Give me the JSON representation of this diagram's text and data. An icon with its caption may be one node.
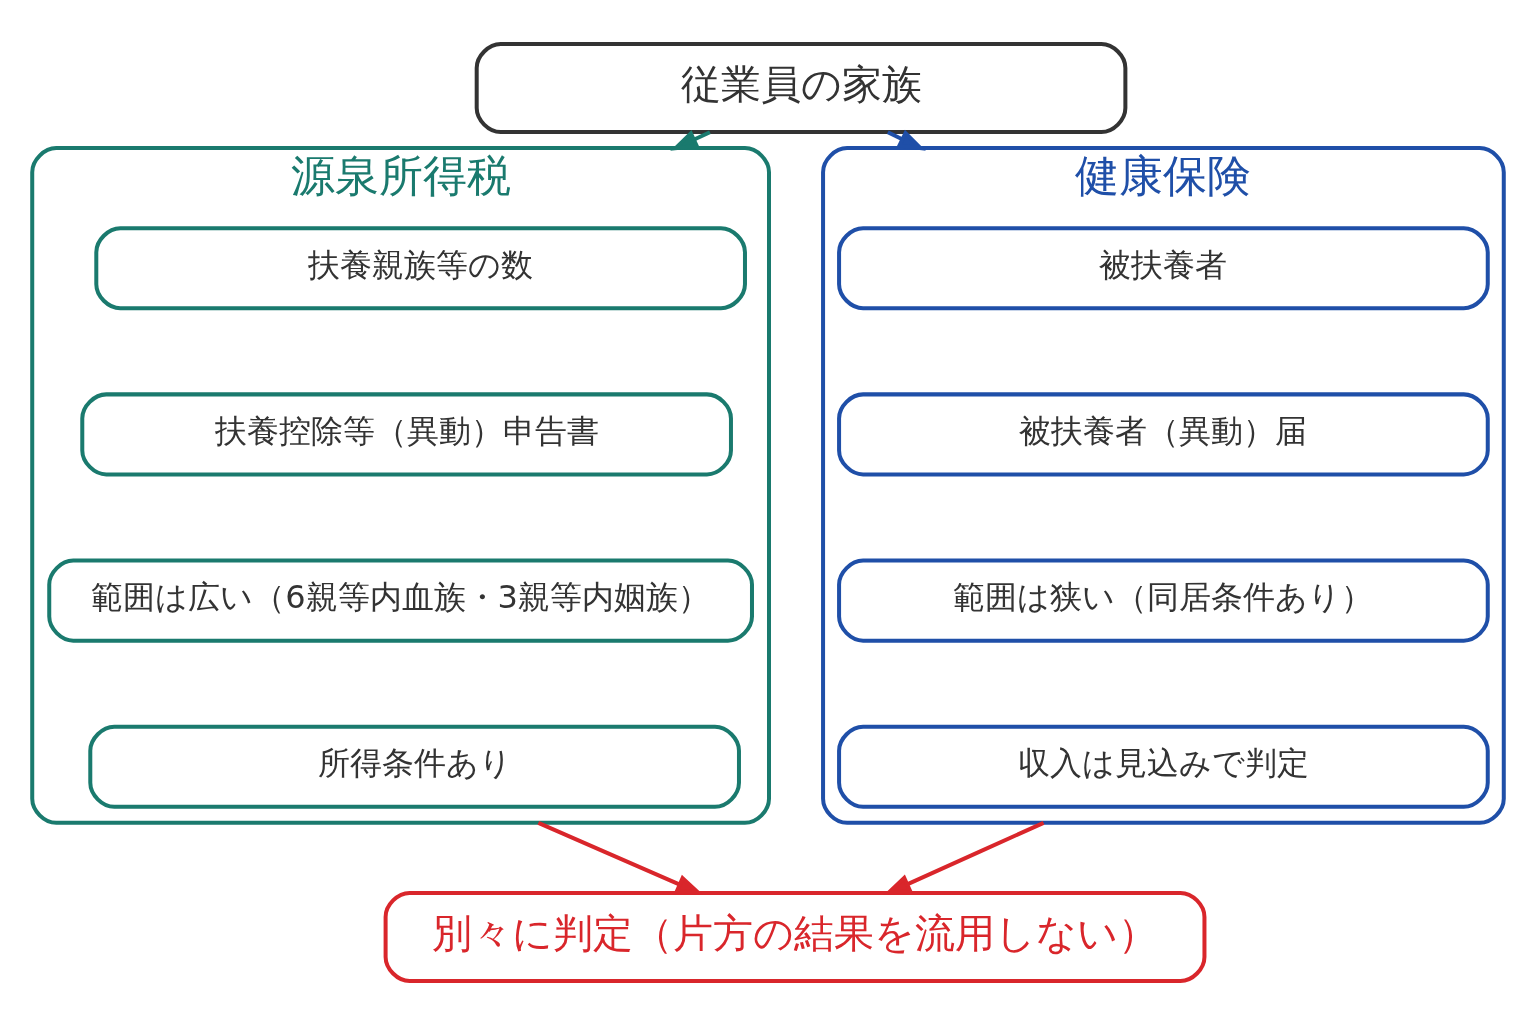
{
  "diagram": {
    "nodes": [
      {
        "text": [
          "従業員の家族"
        ]
      },
      {
        "text": [
          "源泉所得税"
        ]
      },
      {
        "text": [
          "扶養親族等の数"
        ],
        "in": 1
      },
      {
        "text": [
          "扶養控除等（異動）申告書"
        ],
        "in": 1
      },
      {
        "text": [
          "範囲は広い（6親等内血族・3親等内姻族）"
        ],
        "in": 1
      },
      {
        "text": [
          "所得条件あり"
        ],
        "in": 1
      },
      {
        "text": [
          "健康保険"
        ]
      },
      {
        "text": [
          "被扶養者"
        ],
        "in": 6
      },
      {
        "text": [
          "被扶養者（異動）届"
        ],
        "in": 6
      },
      {
        "text": [
          "範囲は狭い（同居条件あり）"
        ],
        "in": 6
      },
      {
        "text": [
          "収入は見込みで判定"
        ],
        "in": 6
      },
      {
        "text": [
          "別々に判定（片方の結果を流用しない）"
        ]
      }
    ],
    "edges": [
      {
        "from": 0,
        "to": 1,
        "arrow": "to",
        "color": "#1a7a6e"
      },
      {
        "from": 0,
        "to": 6,
        "arrow": "to",
        "color": "#1f4fa8"
      },
      {
        "from": 1,
        "to": 11,
        "arrow": "to",
        "color": "#d9262b"
      },
      {
        "from": 6,
        "to": 11,
        "arrow": "to",
        "color": "#d9262b"
      }
    ]
  }
}
